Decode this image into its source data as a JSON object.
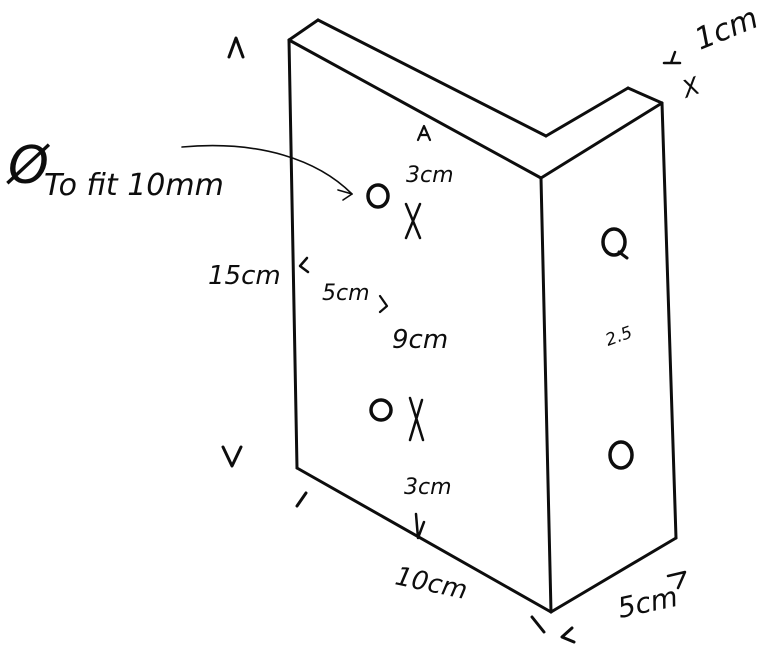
{
  "annotations": {
    "hole_note_symbol": "Ø",
    "hole_note": "To fit 10mm",
    "top_margin_label": "3cm",
    "hole_spacing_label": "9cm",
    "bottom_margin_label": "3cm",
    "side_margin_label": "5cm",
    "height_label": "15cm",
    "width_label": "10cm",
    "flange_depth_label": "5cm",
    "thickness_label": "1cm",
    "side_hole_label": "2.5",
    "thickness_mark": "X"
  },
  "colors": {
    "ink": "#0d0d0d",
    "paper": "#ffffff"
  }
}
